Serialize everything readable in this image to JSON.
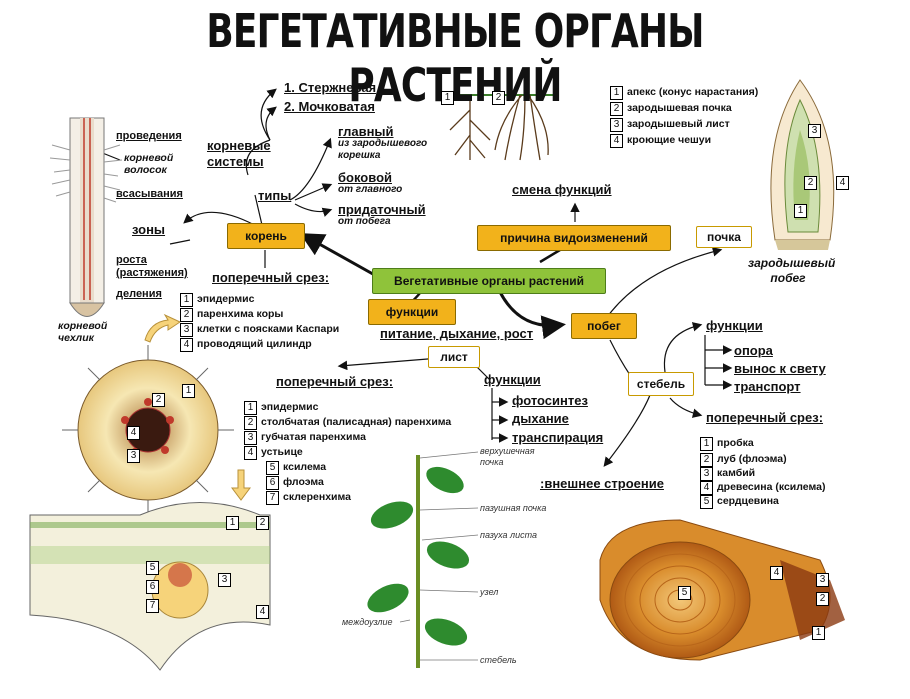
{
  "title": "ВЕГЕТАТИВНЫЕ ОРГАНЫ РАСТЕНИЙ",
  "center": "Вегетативные органы растений",
  "root": {
    "box": "корень",
    "types_label": "типы",
    "systems_label": "корневые системы",
    "systems": [
      "1. Стержневая",
      "2. Мочковатая"
    ],
    "types": [
      {
        "name": "главный",
        "note": "из зародышевого корешка"
      },
      {
        "name": "боковой",
        "note": "от главного"
      },
      {
        "name": "придаточный",
        "note": "от побега"
      }
    ],
    "zones_label": "зоны",
    "zones": [
      "проведения",
      "всасывания",
      "роста (растяжения)",
      "деления"
    ],
    "hair_label": "корневой волосок",
    "cap_label": "корневой чехлик",
    "section_label": "поперечный срез:",
    "section_legend": [
      "эпидермис",
      "паренхима коры",
      "клетки с поясками Каспари",
      "проводящий цилиндр"
    ]
  },
  "functions": {
    "box": "функции",
    "text": "питание, дыхание, рост"
  },
  "reason": {
    "box": "причина видоизменений",
    "result": "смена функций"
  },
  "shoot": {
    "box": "побег",
    "bud_box": "почка",
    "bud_caption": "зародышевый побег",
    "bud_legend": [
      "апекс (конус нарастания)",
      "зародышевая почка",
      "зародышевый лист",
      "кроющие чешуи"
    ],
    "external": ":внешнее строение",
    "plant_labels": [
      "верхушечная почка",
      "пазушная почка",
      "пазуха листа",
      "узел",
      "междоузлие",
      "стебель"
    ]
  },
  "leaf": {
    "box": "лист",
    "section_label": "поперечный срез:",
    "functions_label": "функции",
    "functions": [
      "фотосинтез",
      "дыхание",
      "транспирация"
    ],
    "legend": [
      "эпидермис",
      "столбчатая (палисадная) паренхима",
      "губчатая паренхима",
      "устьице",
      "ксилема",
      "флоэма",
      "склеренхима"
    ]
  },
  "stem": {
    "box": "стебель",
    "functions_label": "функции",
    "functions": [
      "опора",
      "вынос к свету",
      "транспорт"
    ],
    "section_label": "поперечный срез:",
    "legend": [
      "пробка",
      "луб (флоэма)",
      "камбий",
      "древесина (ксилема)",
      "сердцевина"
    ]
  },
  "tags": [
    "1",
    "2",
    "3",
    "4",
    "5",
    "6",
    "7"
  ]
}
